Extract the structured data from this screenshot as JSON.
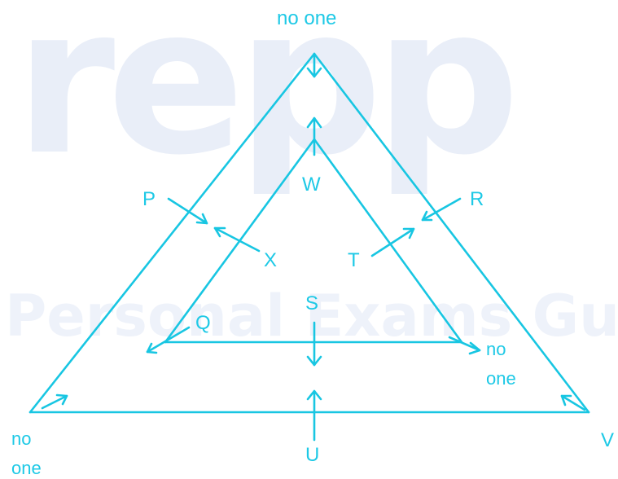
{
  "watermark": {
    "main": "repp",
    "sub": "Personal Exams Gu"
  },
  "labels": {
    "top": "no one",
    "p": "P",
    "r": "R",
    "w": "W",
    "x": "X",
    "t": "T",
    "q": "Q",
    "s": "S",
    "u": "U",
    "v": "V",
    "inner_right_line1": "no",
    "inner_right_line2": "one",
    "bottom_left_line1": "no",
    "bottom_left_line2": "one"
  },
  "colors": {
    "diagram": "#18c6e2",
    "watermark": "#e9eef8"
  }
}
